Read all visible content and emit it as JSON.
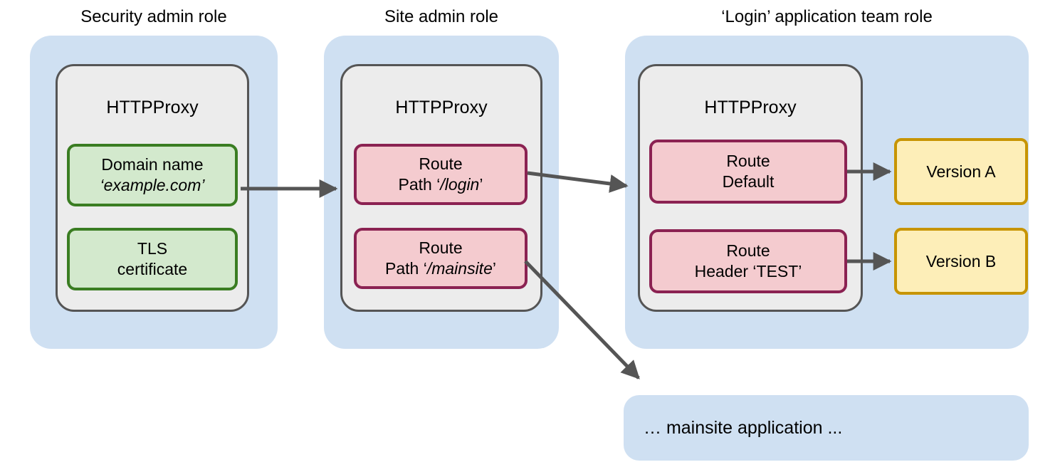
{
  "diagram": {
    "title_roles": [
      "Security admin role",
      "Site admin role",
      "‘Login’ application team role"
    ],
    "proxy_label": "HTTPProxy",
    "columns": [
      {
        "role": "Security admin role",
        "proxy": "HTTPProxy",
        "chips": [
          {
            "kind": "green",
            "line1": "Domain name",
            "line2": "‘example.com’",
            "line2_italic": true
          },
          {
            "kind": "green",
            "line1": "TLS",
            "line2": "certificate",
            "line2_italic": false
          }
        ]
      },
      {
        "role": "Site admin role",
        "proxy": "HTTPProxy",
        "chips": [
          {
            "kind": "pink",
            "line1": "Route",
            "line2_prefix": "Path ‘",
            "line2_italic_text": "/login",
            "line2_suffix": "’"
          },
          {
            "kind": "pink",
            "line1": "Route",
            "line2_prefix": "Path ‘",
            "line2_italic_text": "/mainsite",
            "line2_suffix": "’"
          }
        ]
      },
      {
        "role": "‘Login’ application team role",
        "proxy": "HTTPProxy",
        "chips": [
          {
            "kind": "pink",
            "line1": "Route",
            "line2": "Default"
          },
          {
            "kind": "pink",
            "line1": "Route",
            "line2": "Header ‘TEST’"
          }
        ],
        "targets": [
          {
            "kind": "yellow",
            "label": "Version A"
          },
          {
            "kind": "yellow",
            "label": "Version B"
          }
        ]
      }
    ],
    "mainsite": {
      "label": "… mainsite application ..."
    },
    "colors": {
      "panel_blue": "#cfe0f2",
      "proxy_grey_fill": "#ececec",
      "proxy_grey_border": "#555555",
      "chip_green_fill": "#d3e9cd",
      "chip_green_border": "#3a7d22",
      "chip_pink_fill": "#f4cbcf",
      "chip_pink_border": "#8b2252",
      "chip_yellow_fill": "#fdeeb8",
      "chip_yellow_border": "#c79400",
      "arrow": "#555555",
      "text": "#000000",
      "background": "#ffffff"
    },
    "arrows": [
      {
        "from": "domain-name-chip",
        "to": "route-login-chip"
      },
      {
        "from": "route-login-chip",
        "to": "login-proxy-box"
      },
      {
        "from": "route-mainsite-chip",
        "to": "mainsite-application-panel"
      },
      {
        "from": "route-default-chip",
        "to": "version-a-box"
      },
      {
        "from": "route-header-test-chip",
        "to": "version-b-box"
      }
    ]
  }
}
